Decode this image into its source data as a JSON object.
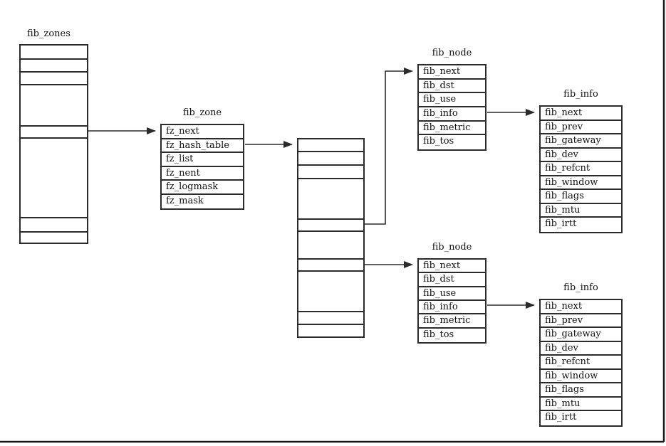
{
  "structs": {
    "fib_zones": {
      "title": "fib_zones",
      "kind": "pointer-array",
      "slot_count": 8
    },
    "fib_zone": {
      "title": "fib_zone",
      "fields": [
        "fz_next",
        "fz_hash_table",
        "fz_list",
        "fz_nent",
        "fz_logmask",
        "fz_mask"
      ]
    },
    "hash_table": {
      "title": "",
      "kind": "pointer-array",
      "slot_count": 10
    },
    "fib_node_top": {
      "title": "fib_node",
      "fields": [
        "fib_next",
        "fib_dst",
        "fib_use",
        "fib_info",
        "fib_metric",
        "fib_tos"
      ]
    },
    "fib_node_bottom": {
      "title": "fib_node",
      "fields": [
        "fib_next",
        "fib_dst",
        "fib_use",
        "fib_info",
        "fib_metric",
        "fib_tos"
      ]
    },
    "fib_info_top": {
      "title": "fib_info",
      "fields": [
        "fib_next",
        "fib_prev",
        "fib_gateway",
        "fib_dev",
        "fib_refcnt",
        "fib_window",
        "fib_flags",
        "fib_mtu",
        "fib_irtt"
      ]
    },
    "fib_info_bottom": {
      "title": "fib_info",
      "fields": [
        "fib_next",
        "fib_prev",
        "fib_gateway",
        "fib_dev",
        "fib_refcnt",
        "fib_window",
        "fib_flags",
        "fib_mtu",
        "fib_irtt"
      ]
    }
  },
  "connections": [
    {
      "from": "fib_zones.slot_5",
      "to": "fib_zone.fz_next"
    },
    {
      "from": "fib_zone.fz_hash_table",
      "to": "hash_table.slot_1"
    },
    {
      "from": "hash_table.slot_5",
      "to": "fib_node_top.fib_next"
    },
    {
      "from": "hash_table.slot_7",
      "to": "fib_node_bottom.fib_next"
    },
    {
      "from": "fib_node_top.fib_info",
      "to": "fib_info_top.fib_next"
    },
    {
      "from": "fib_node_bottom.fib_info",
      "to": "fib_info_bottom.fib_next"
    }
  ],
  "colors": {
    "line": "#2b2b2b",
    "text": "#111111",
    "background": "#ffffff"
  }
}
